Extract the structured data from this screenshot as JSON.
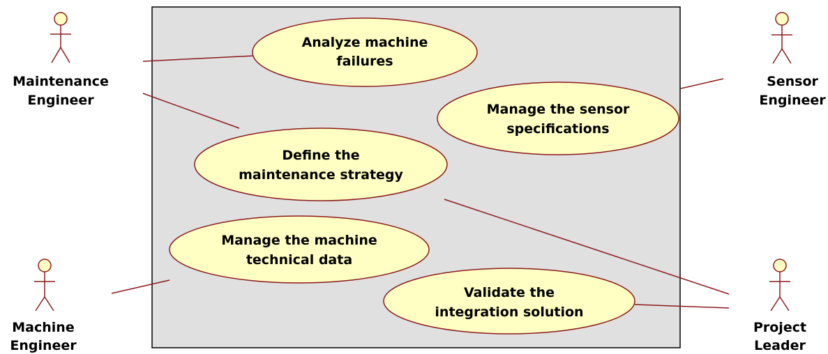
{
  "colors": {
    "boundary_fill": "#e0e0e0",
    "boundary_stroke": "#000000",
    "ellipse_fill": "#ffffc4",
    "line_color": "#8b1a1a"
  },
  "use_cases": [
    {
      "id": "analyze-failures",
      "lines": [
        "Analyze machine",
        "failures"
      ]
    },
    {
      "id": "manage-sensor-specs",
      "lines": [
        "Manage the sensor",
        "specifications"
      ]
    },
    {
      "id": "define-strategy",
      "lines": [
        "Define the",
        "maintenance strategy"
      ]
    },
    {
      "id": "manage-machine-data",
      "lines": [
        "Manage the machine",
        "technical data"
      ]
    },
    {
      "id": "validate-integration",
      "lines": [
        "Validate the",
        "integration solution"
      ]
    }
  ],
  "actors": [
    {
      "id": "maintenance-engineer",
      "lines": [
        "Maintenance",
        "Engineer"
      ]
    },
    {
      "id": "sensor-engineer",
      "lines": [
        "Sensor",
        "Engineer"
      ]
    },
    {
      "id": "machine-engineer",
      "lines": [
        "Machine",
        "Engineer"
      ]
    },
    {
      "id": "project-leader",
      "lines": [
        "Project",
        "Leader"
      ]
    }
  ]
}
